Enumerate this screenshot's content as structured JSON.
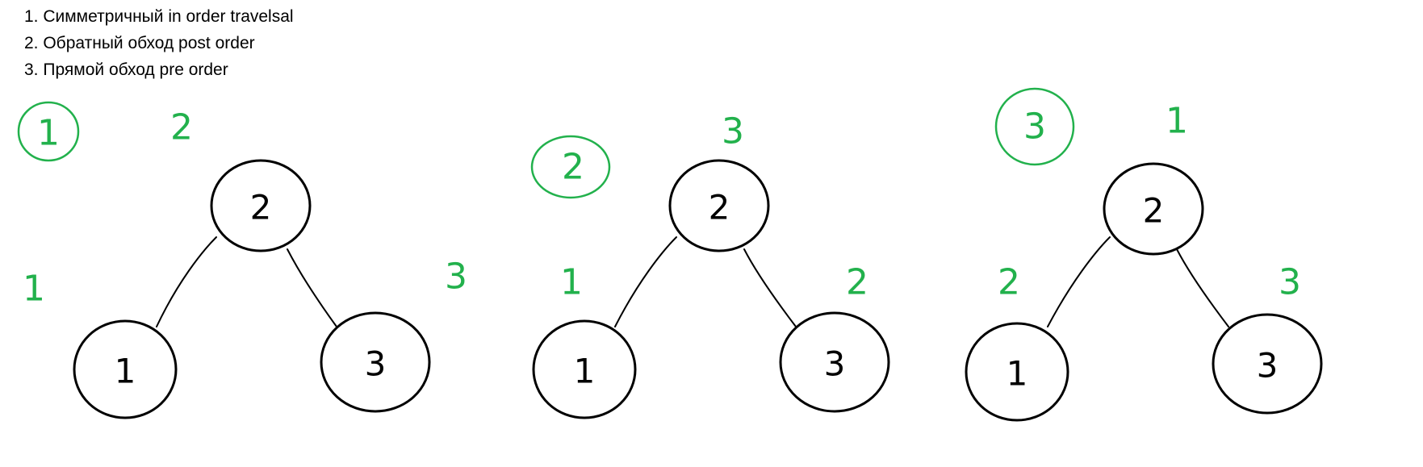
{
  "legend": {
    "line1": "1. Симметричный in order travelsal",
    "line2": "2. Обратный обход post order",
    "line3": "3. Прямой обход pre order"
  },
  "colors": {
    "ink": "#000000",
    "annotation": "#22b14c",
    "background": "#ffffff"
  },
  "diagrams": [
    {
      "traversal_number": "1",
      "tree": {
        "root": "2",
        "left": "1",
        "right": "3"
      },
      "visit_order": {
        "root": "2",
        "left": "1",
        "right": "3"
      }
    },
    {
      "traversal_number": "2",
      "tree": {
        "root": "2",
        "left": "1",
        "right": "3"
      },
      "visit_order": {
        "root": "3",
        "left": "1",
        "right": "2"
      }
    },
    {
      "traversal_number": "3",
      "tree": {
        "root": "2",
        "left": "1",
        "right": "3"
      },
      "visit_order": {
        "root": "1",
        "left": "2",
        "right": "3"
      }
    }
  ]
}
